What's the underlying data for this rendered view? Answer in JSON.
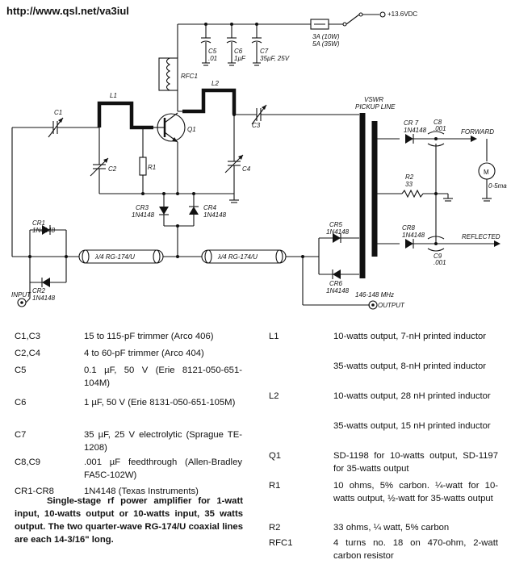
{
  "header": {
    "url": "http://www.qsl.net/va3iul"
  },
  "schematic": {
    "supply": "+13.6VDC",
    "fuse_line1": "3A (10W)",
    "fuse_line2": "5A (35W)",
    "c5_name": "C5",
    "c5_val": ".01",
    "c6_name": "C6",
    "c6_val": "1µF",
    "c7_name": "C7",
    "c7_val": "35µF, 25V",
    "rfc1": "RFC1",
    "l1": "L1",
    "l2": "L2",
    "c1": "C1",
    "c2": "C2",
    "c3": "C3",
    "c4": "C4",
    "r1": "R1",
    "q1": "Q1",
    "cr3_name": "CR3",
    "cr3_part": "1N4148",
    "cr4_name": "CR4",
    "cr4_part": "1N4148",
    "cr1_name": "CR1",
    "cr1_part": "1N4148",
    "cr2_name": "CR2",
    "cr2_part": "1N4148",
    "cr5_name": "CR5",
    "cr5_part": "1N4148",
    "cr6_name": "CR6",
    "cr6_part": "1N4148",
    "cr7_name": "CR 7",
    "cr7_part": "1N4148",
    "cr8_name": "CR8",
    "cr8_part": "1N4148",
    "c8_name": "C8",
    "c8_val": ".001",
    "c9_name": "C9",
    "c9_val": ".001",
    "r2_name": "R2",
    "r2_val": "33",
    "vswr_line1": "VSWR",
    "vswr_line2": "PICKUP LINE",
    "forward": "FORWARD",
    "reflected": "REFLECTED",
    "meter": "M",
    "meter_range": "0-5ma",
    "coax_left": "λ/4  RG-174/U",
    "coax_right": "λ/4  RG-174/U",
    "input": "INPUT",
    "freq": "146-148 MHz",
    "output": "OUTPUT"
  },
  "parts_left": [
    {
      "ref": "C1,C3",
      "desc": "15 to 115-pF trimmer (Arco 406)"
    },
    {
      "ref": "C2,C4",
      "desc": "4 to 60-pF trimmer (Arco 404)"
    },
    {
      "ref": "C5",
      "desc": "0.1 µF, 50 V (Erie 8121-050-651-104M)"
    },
    {
      "ref": "C6",
      "desc": "1 µF, 50 V (Erie 8131-050-651-105M)"
    },
    {
      "ref": "C7",
      "desc": "35 µF, 25 V electrolytic (Sprague TE-1208)"
    },
    {
      "ref": "C8,C9",
      "desc": ".001 µF feedthrough (Allen-Bradley FA5C-102W)"
    },
    {
      "ref": "CR1-CR8",
      "desc": "1N4148 (Texas Instruments)"
    }
  ],
  "parts_right": [
    {
      "ref": "L1",
      "desc": "10-watts output, 7-nH printed inductor"
    },
    {
      "ref": "",
      "desc": "35-watts output, 8-nH printed inductor"
    },
    {
      "ref": "L2",
      "desc": "10-watts output, 28 nH printed inductor"
    },
    {
      "ref": "",
      "desc": "35-watts output, 15 nH printed inductor"
    },
    {
      "ref": "Q1",
      "desc": "SD-1198 for 10-watts output, SD-1197 for 35-watts output"
    },
    {
      "ref": "R1",
      "desc": "10 ohms, 5% carbon. ¼-watt for 10-watts output, ½-watt for 35-watts output"
    },
    {
      "ref": "R2",
      "desc": "33 ohms, ¼ watt, 5% carbon"
    },
    {
      "ref": "RFC1",
      "desc": "4 turns no. 18 on 470-ohm, 2-watt carbon resistor"
    }
  ],
  "caption": "Single-stage rf power amplifier for 1-watt input, 10-watts output or 10-watts input, 35 watts output. The two quarter-wave RG-174/U coaxial lines are each 14-3/16\" long."
}
